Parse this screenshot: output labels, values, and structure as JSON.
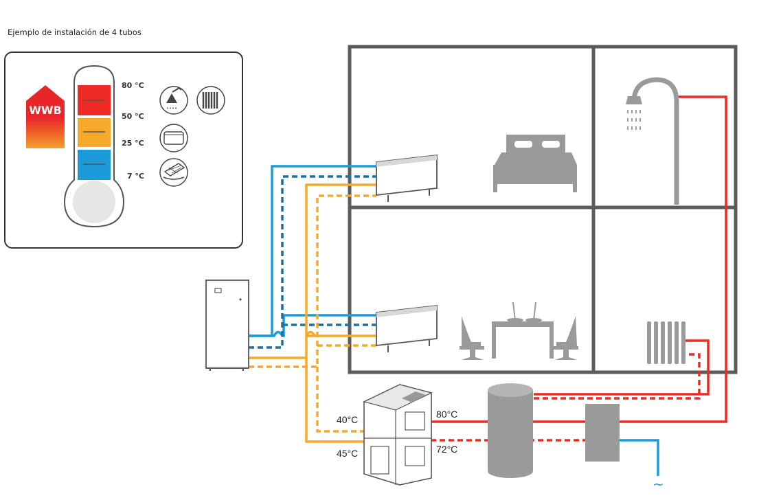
{
  "caption": "Ejemplo de instalación de 4 tubos",
  "legend": {
    "badge": "WWB",
    "temperatures": [
      "80 °C",
      "50 °C",
      "25 °C",
      "7 °C"
    ]
  },
  "pipe_labels": {
    "return_low": "40°C",
    "supply_low": "45°C",
    "supply_high": "80°C",
    "return_high": "72°C"
  },
  "water_supply_symbol": "~",
  "colors": {
    "hot": "#ee2a24",
    "warm": "#f6a92a",
    "cold": "#1b9bd7",
    "cold_dark": "#1f6fa0",
    "equipment": "#9a9a9a",
    "wall": "#5b5b5b"
  },
  "icons": [
    "shower-icon",
    "radiator-icon",
    "fan-coil-icon",
    "underfloor-heating-icon",
    "bed-icon",
    "dining-table-icon",
    "heat-pump-icon",
    "tank-icon",
    "heat-exchanger-icon",
    "indoor-unit-icon"
  ]
}
